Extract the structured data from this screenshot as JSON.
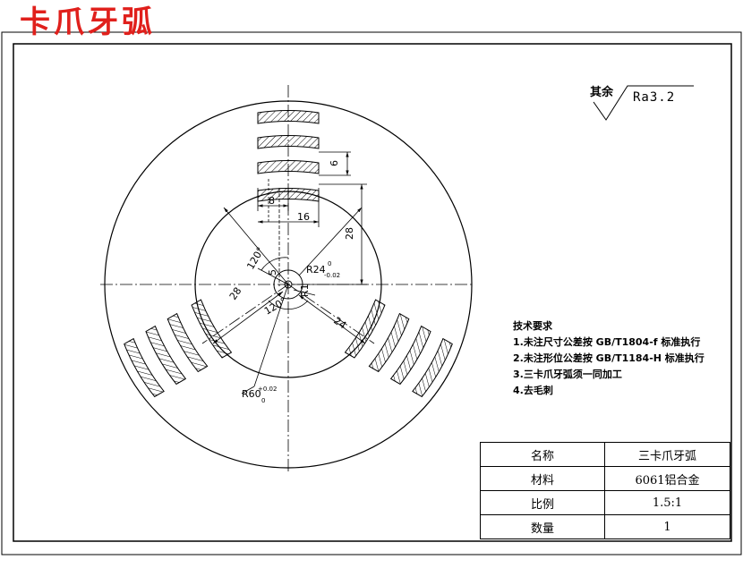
{
  "title": "卡爪牙弧",
  "roughness": {
    "prefix": "其余",
    "value": "Ra3.2"
  },
  "dimensions": {
    "d6": "6",
    "d8": "8",
    "d16": "16",
    "d28_right": "28",
    "d28_left": "28",
    "d5": "5",
    "d120_top": "120°",
    "d120_bottom": "120°",
    "r24": "R24",
    "r24_tol_upper": "0",
    "r24_tol_lower": "-0.02",
    "r1": "R1",
    "d24": "24",
    "r60": "R60",
    "r60_tol_upper": "+0.02",
    "r60_tol_lower": "0"
  },
  "notes": {
    "title": "技术要求",
    "items": [
      "1.未注尺寸公差按 GB/T1804-f 标准执行",
      "2.未注形位公差按 GB/T1184-H 标准执行",
      "3.三卡爪牙弧须一同加工",
      "4.去毛刺"
    ]
  },
  "title_block": [
    {
      "label": "名称",
      "value": "三卡爪牙弧"
    },
    {
      "label": "材料",
      "value": "6061铝合金"
    },
    {
      "label": "比例",
      "value": "1.5:1"
    },
    {
      "label": "数量",
      "value": "1"
    }
  ]
}
